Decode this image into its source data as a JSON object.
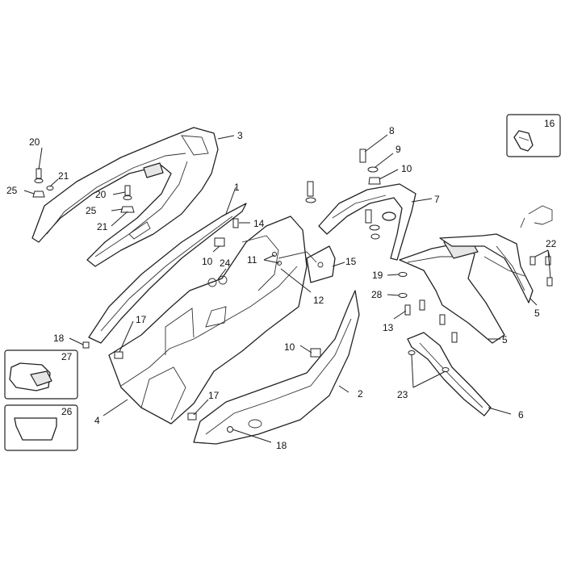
{
  "labels": {
    "l1": "1",
    "l2": "2",
    "l3": "3",
    "l4": "4",
    "l5a": "5",
    "l5b": "5",
    "l6": "6",
    "l7": "7",
    "l8": "8",
    "l9": "9",
    "l10a": "10",
    "l10b": "10",
    "l10c": "10",
    "l11": "11",
    "l12": "12",
    "l13": "13",
    "l14": "14",
    "l15": "15",
    "l16": "16",
    "l17a": "17",
    "l17b": "17",
    "l18a": "18",
    "l18b": "18",
    "l19": "19",
    "l20a": "20",
    "l20b": "20",
    "l21a": "21",
    "l21b": "21",
    "l22": "22",
    "l23": "23",
    "l24": "24",
    "l25a": "25",
    "l25b": "25",
    "l26": "26",
    "l27": "27",
    "l28": "28"
  }
}
